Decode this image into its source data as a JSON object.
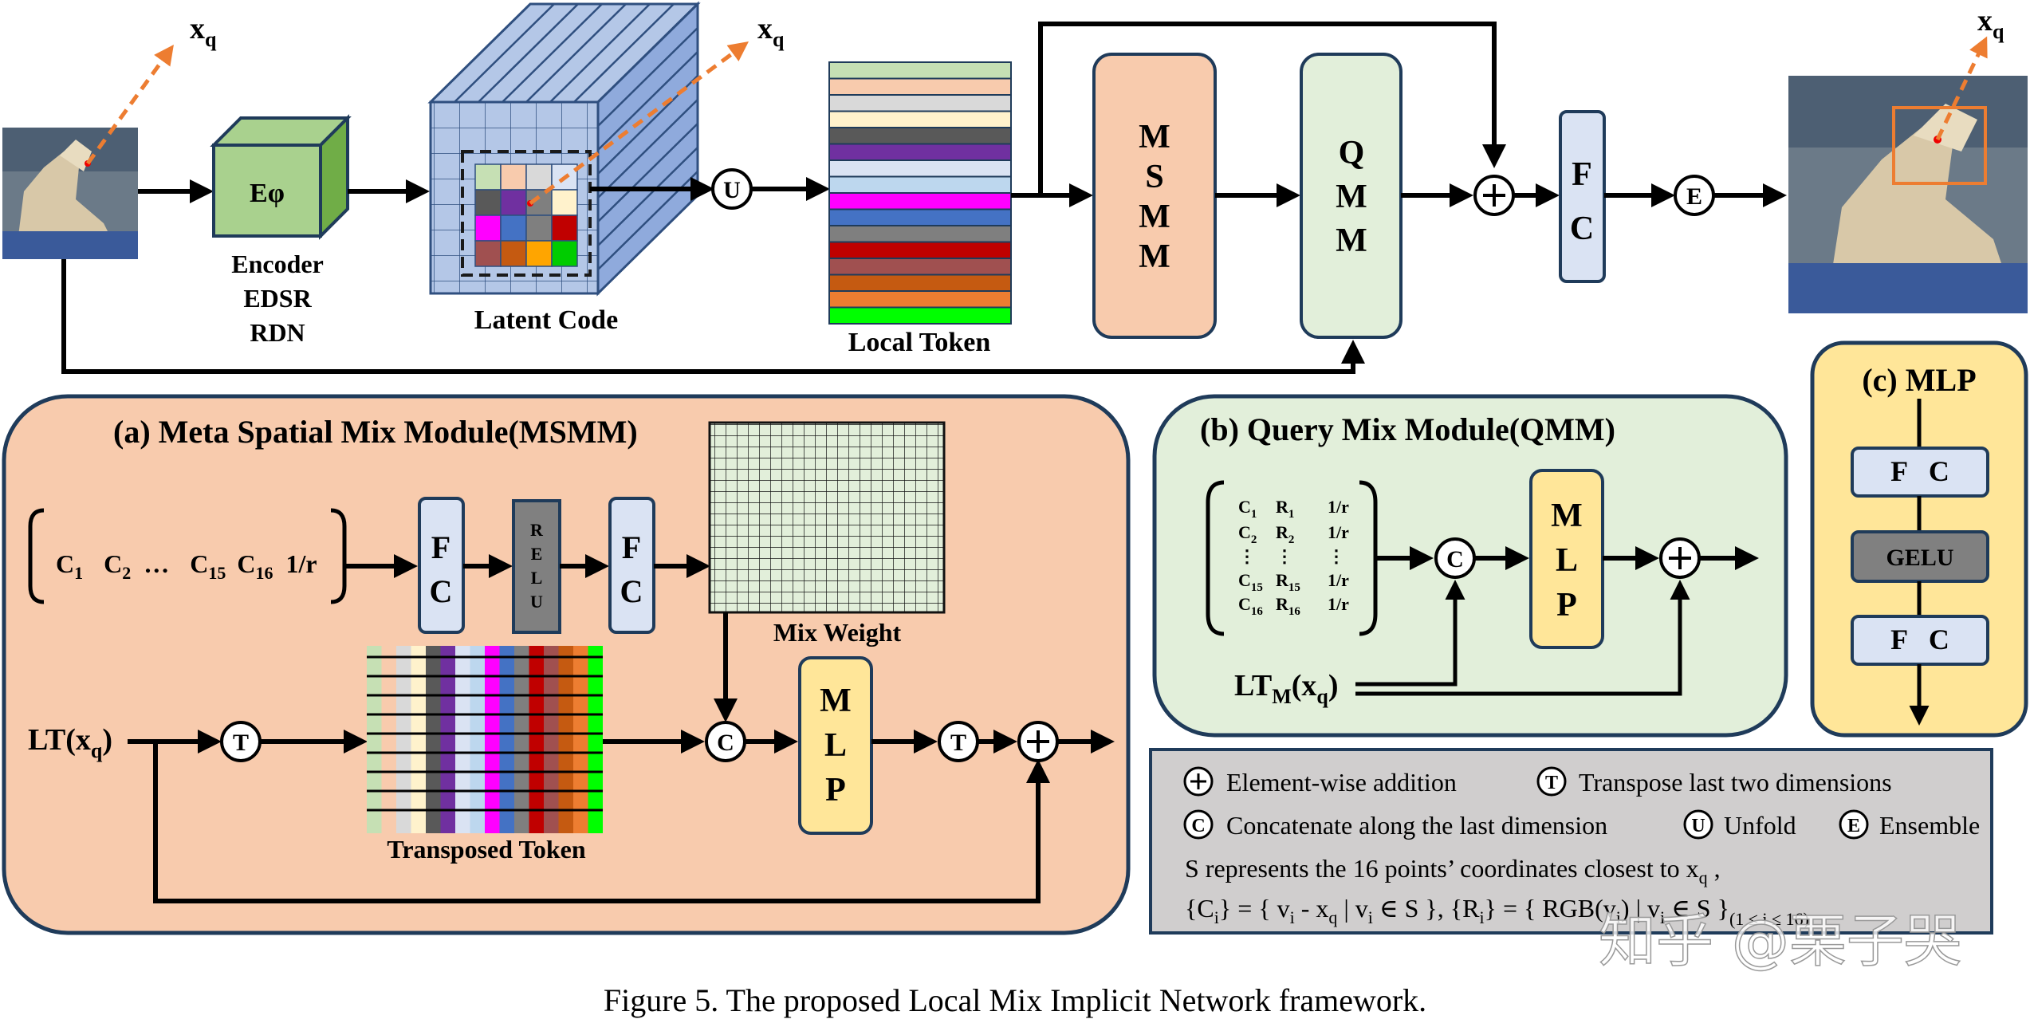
{
  "caption": "Figure 5. The proposed Local Mix Implicit Network framework.",
  "watermark": "知乎 @栗子哭",
  "top": {
    "xq_main": "x",
    "xq_sub": "q",
    "encoder_box": "Eφ",
    "encoder_lines": [
      "Encoder",
      "EDSR",
      "RDN"
    ],
    "latent_label": "Latent Code",
    "local_token_label": "Local Token",
    "msmm_letters": [
      "M",
      "S",
      "M",
      "M"
    ],
    "qmm_letters": [
      "Q",
      "M",
      "M"
    ],
    "fc_letters": [
      "F",
      "C"
    ],
    "op_unfold": "U",
    "op_ensemble": "E"
  },
  "token_colors": [
    "#c6e0b4",
    "#f8cbad",
    "#d9d9d9",
    "#fff2cc",
    "#595959",
    "#7030a0",
    "#dae3f3",
    "#bdd7ee",
    "#ff00ff",
    "#4472c4",
    "#7f7f7f",
    "#c00000",
    "#a05050",
    "#c55a11",
    "#ed7d31",
    "#00ff00"
  ],
  "latent_cell_colors": [
    "#c6e0b4",
    "#f8cbad",
    "#d9d9d9",
    "#dae3f3",
    "#595959",
    "#7030a0",
    "#7f7f7f",
    "#fff2cc",
    "#ff00ff",
    "#4472c4",
    "#7f7f7f",
    "#c00000",
    "#a05050",
    "#c55a11",
    "#ffa500",
    "#00cc00"
  ],
  "panel_a": {
    "title": "(a) Meta Spatial Mix Module(MSMM)",
    "input_terms": [
      "C",
      "1",
      "C",
      "2",
      "…",
      "C",
      "15",
      "C",
      "16",
      "1/r"
    ],
    "fc_letters": [
      "F",
      "C"
    ],
    "relu_letters": [
      "R",
      "E",
      "L",
      "U"
    ],
    "mix_weight_label": "Mix Weight",
    "lt_main": "LT(x",
    "lt_sub": "q",
    "lt_close": ")",
    "op_transpose": "T",
    "op_concat": "C",
    "transposed_label": "Transposed Token",
    "mlp_letters": [
      "M",
      "L",
      "P"
    ]
  },
  "panel_b": {
    "title": "(b) Query Mix Module(QMM)",
    "rows": [
      {
        "c": "C",
        "cs": "1",
        "r": "R",
        "rs": "1",
        "v": "1/r"
      },
      {
        "c": "C",
        "cs": "2",
        "r": "R",
        "rs": "2",
        "v": "1/r"
      },
      {
        "c": "⋮",
        "cs": "",
        "r": "⋮",
        "rs": "",
        "v": "⋮"
      },
      {
        "c": "C",
        "cs": "15",
        "r": "R",
        "rs": "15",
        "v": "1/r"
      },
      {
        "c": "C",
        "cs": "16",
        "r": "R",
        "rs": "16",
        "v": "1/r"
      }
    ],
    "op_concat": "C",
    "mlp_letters": [
      "M",
      "L",
      "P"
    ],
    "lt_main": "LT",
    "lt_sub": "M",
    "lt_rest": "(x",
    "lt_sub2": "q",
    "lt_close": ")"
  },
  "panel_c": {
    "title": "(c) MLP",
    "fc1": "F   C",
    "gelu": "GELU",
    "fc2": "F   C"
  },
  "legend": {
    "add_text": "Element-wise addition",
    "t_text": "Transpose last two dimensions",
    "c_text": "Concatenate along the last dimension",
    "u_text": "Unfold",
    "e_text": "Ensemble",
    "line3_a": "S represents the 16 points’ coordinates closest to x",
    "line3_sub": "q",
    "line3_b": " ,",
    "line4_a": "{C",
    "line4_a_sub": "i",
    "line4_b": "} = { v",
    "line4_b_sub": "i",
    "line4_c": " - x",
    "line4_c_sub": "q",
    "line4_d": " | v",
    "line4_d_sub": "i",
    "line4_e": " ∈ S },  {R",
    "line4_e_sub": "i",
    "line4_f": "} = { RGB(v",
    "line4_f_sub": "i",
    "line4_g": ") | v",
    "line4_g_sub": "i",
    "line4_h": " ∈ S }",
    "line4_range": "(1 ≤ i ≤ 16)"
  }
}
